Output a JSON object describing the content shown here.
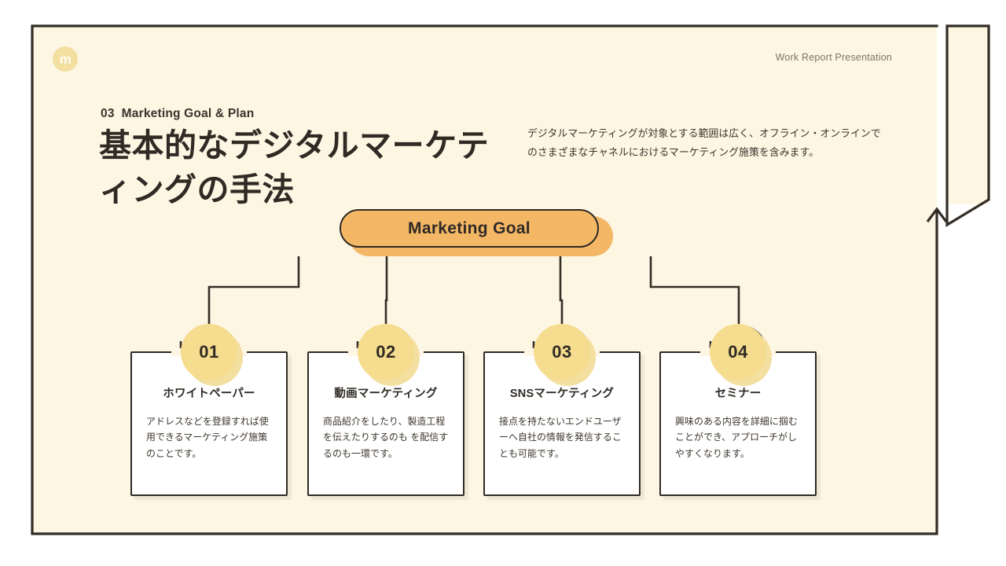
{
  "slide": {
    "logo_text": "m",
    "header_right": "Work Report Presentation",
    "section_number": "03",
    "section_label": "Marketing Goal & Plan",
    "title": "基本的なデジタルマーケティングの手法",
    "lead": "デジタルマーケティングが対象とする範囲は広く、オフライン・オンラインでのさまざまなチャネルにおけるマーケティング施策を含みます。",
    "center_node": "Marketing Goal",
    "colors": {
      "background": "#FDF6E3",
      "accent_orange": "#F4B766",
      "badge_gold": "#F5DC8F",
      "ink": "#2f2a24",
      "card_white": "#FFFFFF"
    },
    "cards": [
      {
        "number": "01",
        "title": "ホワイトペーパー",
        "body": "アドレスなどを登録すれば使用できるマーケティング施策のことです。"
      },
      {
        "number": "02",
        "title": "動画マーケティング",
        "body": "商品紹介をしたり、製造工程を伝えたりするのも を配信するのも一環です。"
      },
      {
        "number": "03",
        "title": "SNSマーケティング",
        "body": "接点を持たないエンドユーザーへ自社の情報を発信することも可能です。"
      },
      {
        "number": "04",
        "title": "セミナー",
        "body": "興味のある内容を詳細に掴むことができ、アプローチがしやすくなります。"
      }
    ]
  }
}
